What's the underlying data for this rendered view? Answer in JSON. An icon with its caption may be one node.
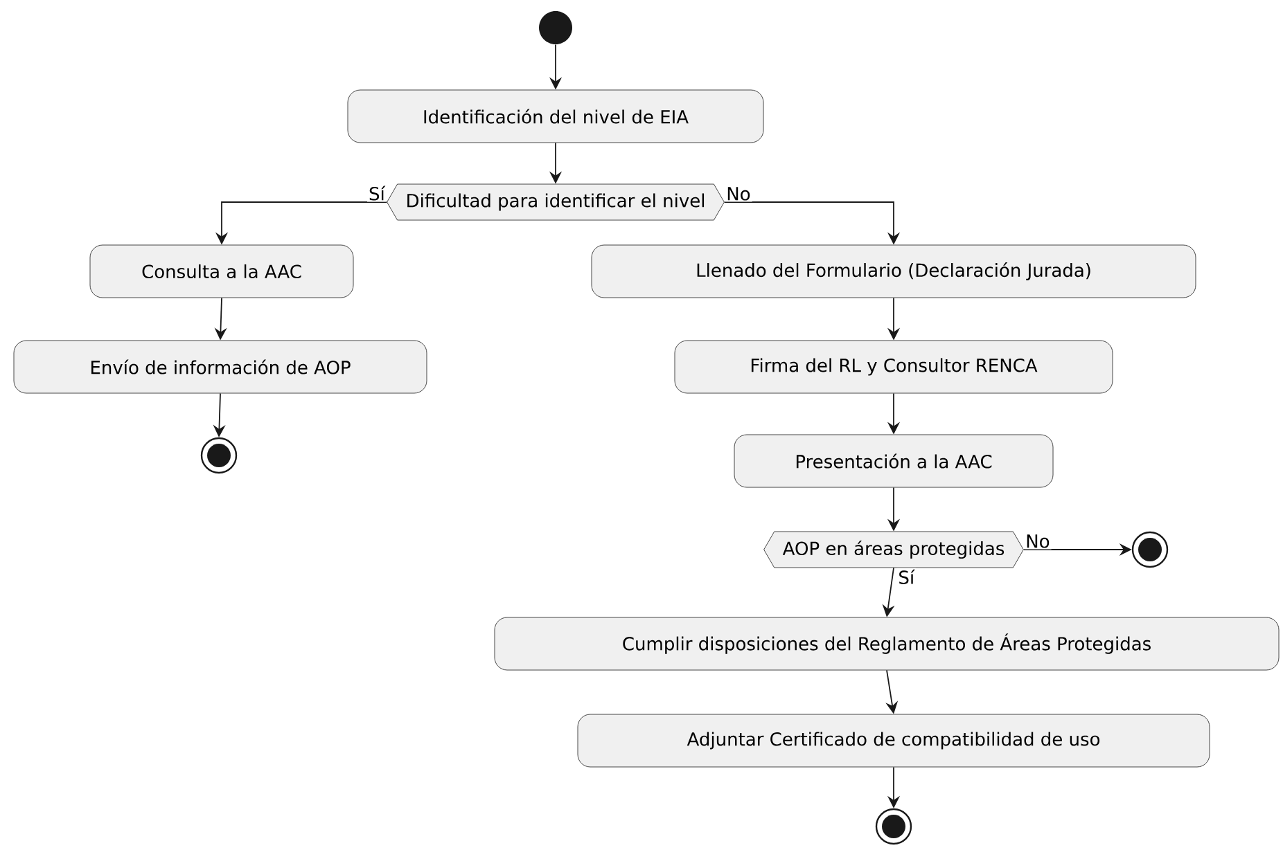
{
  "diagram": {
    "nodes": [
      {
        "text": [],
        "shape": "circle"
      },
      {
        "text": [
          "Identificación del nivel de EIA"
        ]
      },
      {
        "text": [
          "Dificultad para identificar el nivel"
        ]
      },
      {
        "text": [
          "Consulta a la AAC"
        ]
      },
      {
        "text": [
          "Envío de información de AOP"
        ]
      },
      {
        "text": [],
        "shape": "bullseye"
      },
      {
        "text": [
          "Llenado del Formulario (Declaración Jurada)"
        ]
      },
      {
        "text": [
          "Firma del RL y Consultor RENCA"
        ]
      },
      {
        "text": [
          "Presentación a la AAC"
        ]
      },
      {
        "text": [
          "AOP en áreas protegidas"
        ]
      },
      {
        "text": [],
        "shape": "bullseye"
      },
      {
        "text": [
          "Cumplir disposiciones del Reglamento de Áreas Protegidas"
        ]
      },
      {
        "text": [
          "Adjuntar Certificado de compatibilidad de uso"
        ]
      },
      {
        "text": [],
        "shape": "bullseye"
      }
    ],
    "edges": [
      {
        "from": 0,
        "to": 1,
        "arrow": "to"
      },
      {
        "from": 1,
        "to": 2,
        "arrow": "to"
      },
      {
        "from": 2,
        "to": 3,
        "arrow": "to",
        "label": "Sí"
      },
      {
        "from": 2,
        "to": 6,
        "arrow": "to",
        "label": "No"
      },
      {
        "from": 3,
        "to": 4,
        "arrow": "to"
      },
      {
        "from": 4,
        "to": 5,
        "arrow": "to"
      },
      {
        "from": 6,
        "to": 7,
        "arrow": "to"
      },
      {
        "from": 7,
        "to": 8,
        "arrow": "to"
      },
      {
        "from": 8,
        "to": 9,
        "arrow": "to"
      },
      {
        "from": 9,
        "to": 10,
        "arrow": "to",
        "label": "No"
      },
      {
        "from": 9,
        "to": 11,
        "arrow": "to",
        "label": "Sí"
      },
      {
        "from": 11,
        "to": 12,
        "arrow": "to"
      },
      {
        "from": 12,
        "to": 13,
        "arrow": "to"
      }
    ]
  }
}
